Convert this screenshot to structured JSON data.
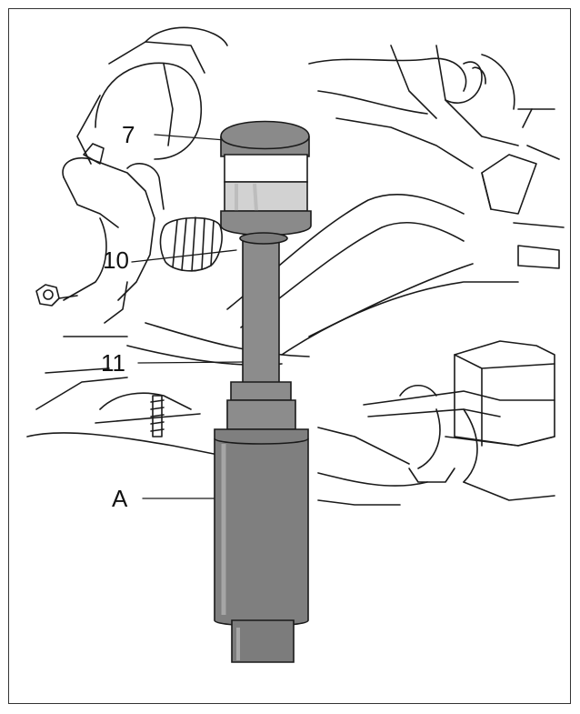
{
  "figure": {
    "callouts": [
      {
        "id": "c7",
        "label": "7"
      },
      {
        "id": "c10",
        "label": "10"
      },
      {
        "id": "c11",
        "label": "11"
      },
      {
        "id": "cA",
        "label": "A"
      }
    ]
  },
  "colors": {
    "line": "#1a1a1a",
    "tool_dark": "#7a7a7a",
    "tool_mid": "#9c9c9c",
    "tool_light": "#d4d4d4",
    "background": "#ffffff"
  }
}
